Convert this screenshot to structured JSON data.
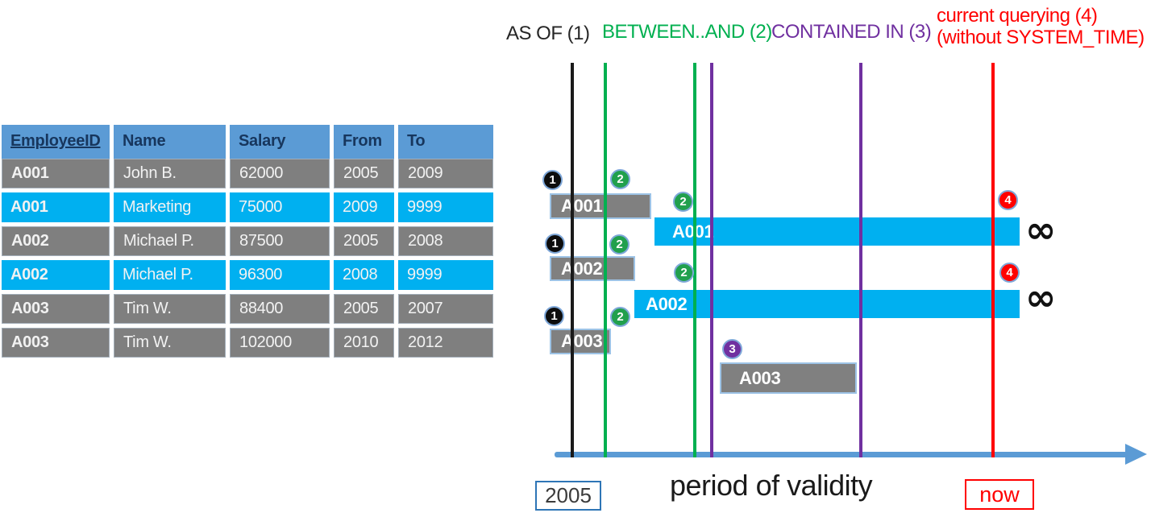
{
  "table": {
    "columns": [
      "EmployeeID",
      "Name",
      "Salary",
      "From",
      "To"
    ],
    "rows": [
      {
        "cells": [
          "A001",
          "John B.",
          "62000",
          "2005",
          "2009"
        ],
        "highlight": false
      },
      {
        "cells": [
          "A001",
          "Marketing",
          "75000",
          "2009",
          "9999"
        ],
        "highlight": true
      },
      {
        "cells": [
          "A002",
          "Michael P.",
          "87500",
          "2005",
          "2008"
        ],
        "highlight": false
      },
      {
        "cells": [
          "A002",
          "Michael P.",
          "96300",
          "2008",
          "9999"
        ],
        "highlight": true
      },
      {
        "cells": [
          "A003",
          "Tim W.",
          "88400",
          "2005",
          "2007"
        ],
        "highlight": false
      },
      {
        "cells": [
          "A003",
          "Tim W.",
          "102000",
          "2010",
          "2012"
        ],
        "highlight": false
      }
    ]
  },
  "legend": {
    "as_of": "AS OF (1)",
    "between_and": "BETWEEN..AND (2)",
    "contained_in": "CONTAINED IN (3)",
    "current_line1": "current querying (4)",
    "current_line2": "(without SYSTEM_TIME)"
  },
  "badges": {
    "n1": "1",
    "n2": "2",
    "n3": "3",
    "n4": "4"
  },
  "bars": [
    {
      "label": "A001",
      "kind": "history"
    },
    {
      "label": "A001",
      "kind": "current"
    },
    {
      "label": "A002",
      "kind": "history"
    },
    {
      "label": "A002",
      "kind": "current"
    },
    {
      "label": "A003",
      "kind": "history"
    },
    {
      "label": "A003",
      "kind": "history"
    }
  ],
  "timeline": {
    "start_label": "2005",
    "axis_label": "period of validity",
    "now_label": "now",
    "infinity": "∞"
  },
  "colors": {
    "header_blue": "#5B9BD5",
    "header_text_navy": "#17365D",
    "row_gray": "#7f7f7f",
    "row_cyan": "#00B0F0",
    "green": "#00B050",
    "purple": "#7030A0",
    "red": "#FF0000",
    "axis_blue": "#5B9BD5",
    "bar_border_blue": "#9DC3E6"
  }
}
